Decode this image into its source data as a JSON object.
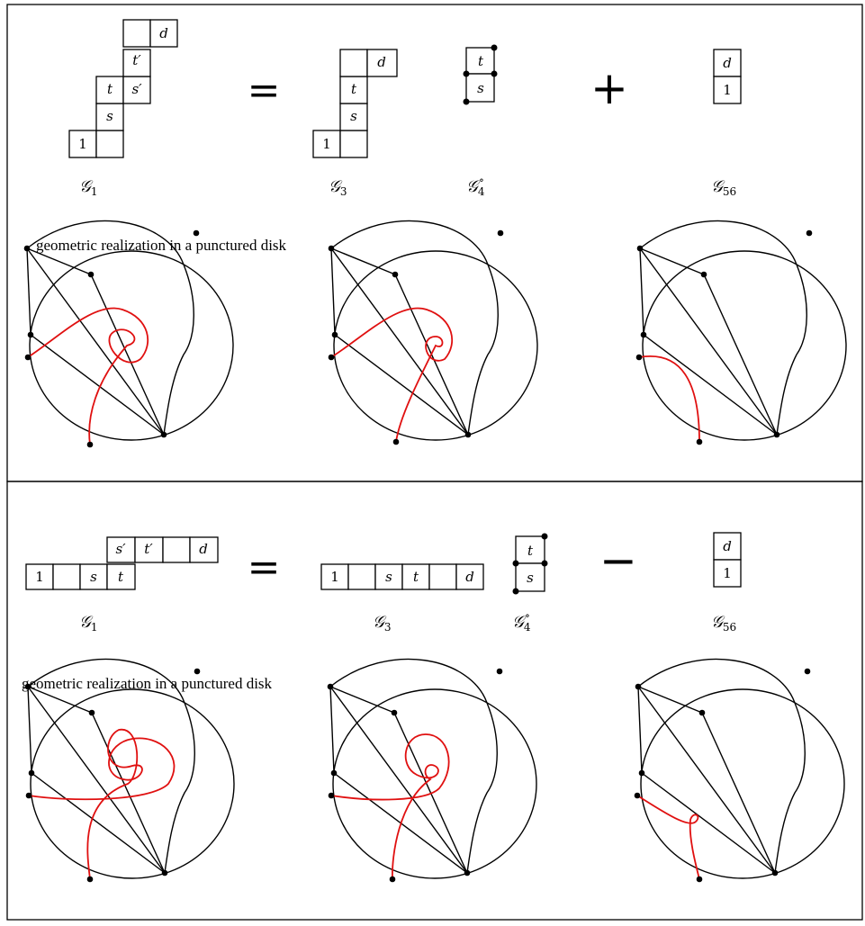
{
  "panels": [
    {
      "operator": "+",
      "captions": {
        "g1": "𝒢",
        "g1_sub": "1",
        "g3": "𝒢",
        "g3_sub": "3",
        "g4": "𝒢",
        "g4_sub": "4",
        "g4_sup": "∘",
        "g56": "𝒢",
        "g56_sub": "56"
      },
      "g1_labels": {
        "one": "1",
        "s": "s",
        "t": "t",
        "sp": "s′",
        "tp": "t′",
        "d": "d"
      },
      "g3_labels": {
        "one": "1",
        "s": "s",
        "t": "t",
        "d": "d"
      },
      "g4_labels": {
        "t": "t",
        "s": "s"
      },
      "g56_labels": {
        "d": "d",
        "one": "1"
      },
      "realization_caption": "geometric realization in a punctured disk"
    },
    {
      "operator": "−",
      "captions": {
        "g1": "𝒢",
        "g1_sub": "1",
        "g3": "𝒢",
        "g3_sub": "3",
        "g4": "𝒢",
        "g4_sub": "4",
        "g4_sup": "∘",
        "g56": "𝒢",
        "g56_sub": "56"
      },
      "g1_labels": {
        "one": "1",
        "s": "s",
        "t": "t",
        "sp": "s′",
        "tp": "t′",
        "d": "d"
      },
      "g3_labels": {
        "one": "1",
        "s": "s",
        "t": "t",
        "d": "d"
      },
      "g4_labels": {
        "t": "t",
        "s": "s"
      },
      "g56_labels": {
        "d": "d",
        "one": "1"
      },
      "realization_caption": "geometric realization in a punctured disk"
    }
  ],
  "equals_symbol": "="
}
